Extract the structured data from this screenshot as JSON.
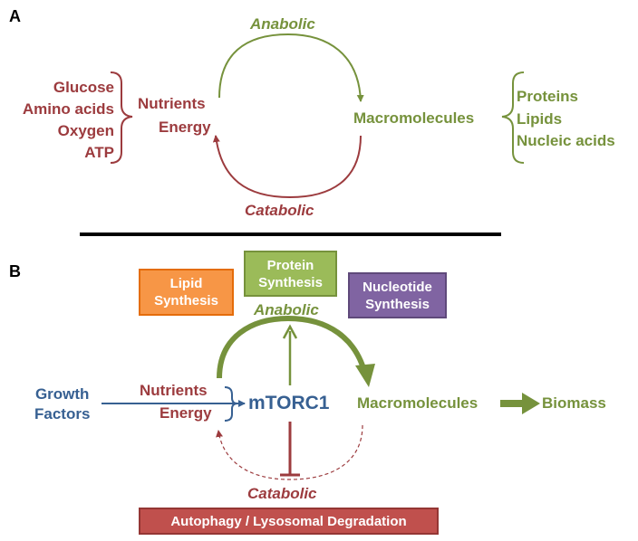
{
  "panel_a": {
    "label": "A",
    "anabolic": "Anabolic",
    "catabolic": "Catabolic",
    "inputs": [
      "Glucose",
      "Amino acids",
      "Oxygen",
      "ATP"
    ],
    "nutrients": "Nutrients",
    "energy": "Energy",
    "macromolecules": "Macromolecules",
    "outputs": [
      "Proteins",
      "Lipids",
      "Nucleic acids"
    ]
  },
  "panel_b": {
    "label": "B",
    "lipid_synthesis": "Lipid\nSynthesis",
    "protein_synthesis": "Protein\nSynthesis",
    "nucleotide_synthesis": "Nucleotide\nSynthesis",
    "anabolic": "Anabolic",
    "catabolic": "Catabolic",
    "growth_factors": "Growth\nFactors",
    "nutrients": "Nutrients",
    "energy": "Energy",
    "mtorc1": "mTORC1",
    "macromolecules": "Macromolecules",
    "biomass": "Biomass",
    "autophagy": "Autophagy / Lysosomal Degradation"
  },
  "colors": {
    "red": "#9c3b3e",
    "green": "#76923c",
    "blue": "#376092",
    "orange": "#f79646",
    "purple": "#8064a2",
    "box_red": "#c0504d",
    "protein_green": "#9bbb59"
  }
}
